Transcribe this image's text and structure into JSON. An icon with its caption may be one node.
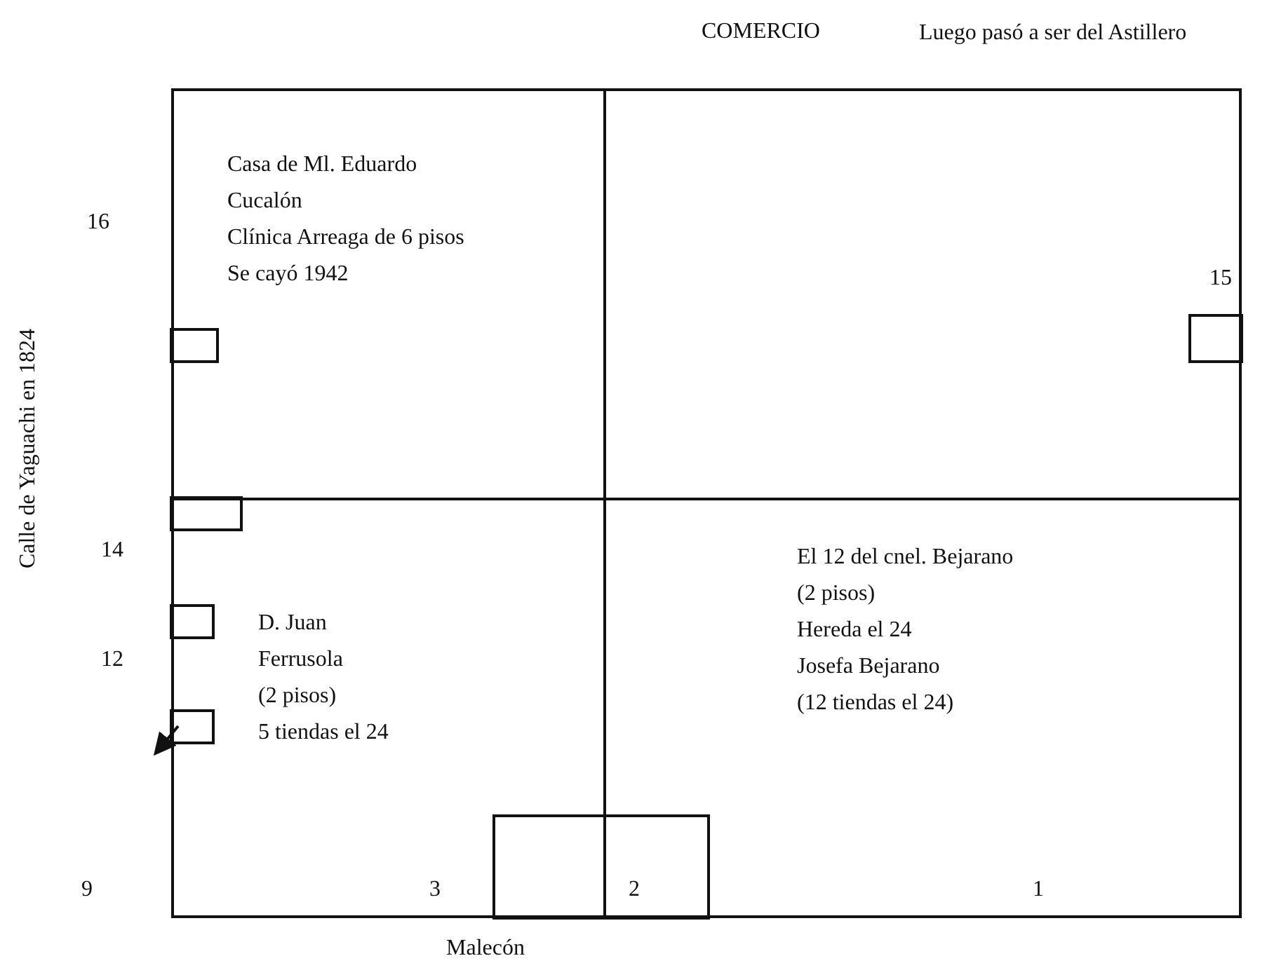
{
  "diagram": {
    "nodes": [
      {
        "text": [
          "Casa de Ml. Eduardo Cucalón",
          "Clínica Arreaga de 6 pisos",
          "Se cayó 1942"
        ]
      },
      {
        "text": [],
        "shape": "box"
      },
      {
        "text": [
          "D. Juan Ferrusola",
          "(2 pisos)",
          "5 tiendas el 24"
        ]
      },
      {
        "text": [
          "El 12 del cnel. Bejarano",
          "(2 pisos)",
          "Hereda el 24",
          "Josefa Bejarano",
          "(12 tiendas el 24)"
        ]
      }
    ],
    "labels": [
      "COMERCIO",
      "Luego pasó a ser del Astillero",
      "Calle de Yaguachi en 1824",
      "16",
      "15",
      "14",
      "12",
      "9",
      "3",
      "2",
      "1",
      "Malecón"
    ]
  }
}
